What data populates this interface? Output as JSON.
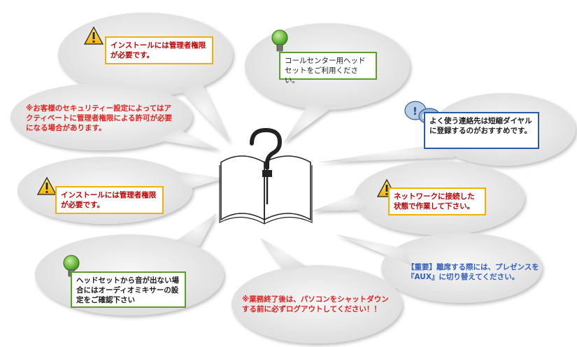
{
  "bubbles": [
    {
      "id": "admin-top",
      "text": "インストールには管理者権限が必要です。",
      "style": "warning"
    },
    {
      "id": "headset-callcenter",
      "text": "コールセンター用ヘッドセットをご利用ください。",
      "style": "bulb"
    },
    {
      "id": "security",
      "text": "※お客様のセキュリティー設定によってはアクティベートに管理者権限による許可が必要になる場合があります。",
      "style": "red-text"
    },
    {
      "id": "speed-dial",
      "text": "よく使う連絡先は短縮ダイヤルに登録するのがおすすめです。",
      "style": "tip"
    },
    {
      "id": "admin-left",
      "text": "インストールには管理者権限が必要です。",
      "style": "warning"
    },
    {
      "id": "network",
      "text": "ネットワークに接続した状態で作業して下さい。",
      "style": "warning"
    },
    {
      "id": "headset-sound",
      "text": "ヘッドセットから音が出ない場合にはオーディオミキサーの設定をご確認下さい",
      "style": "bulb"
    },
    {
      "id": "presence",
      "text": "【重要】離席する際には、プレゼンスを『AUX』に切り替えてください。",
      "style": "blue-text"
    },
    {
      "id": "logout",
      "text": "※業務終了後は、パソコンをシャットダウンする前に必ずログアウトしてください！！",
      "style": "red-text"
    }
  ],
  "center_icon": "open-book-question-icon",
  "icons": {
    "warning": "warning-triangle-icon",
    "bulb": "light-bulb-icon",
    "tip": "tip-bubble-icon"
  },
  "colors": {
    "bubble_fill": "#e6e6e6",
    "warning_border": "#f4b000",
    "bulb_border": "#5a9e2e",
    "tip_border": "#2a5aa0",
    "red_text": "#e0221e",
    "blue_text": "#2f5fbf"
  }
}
